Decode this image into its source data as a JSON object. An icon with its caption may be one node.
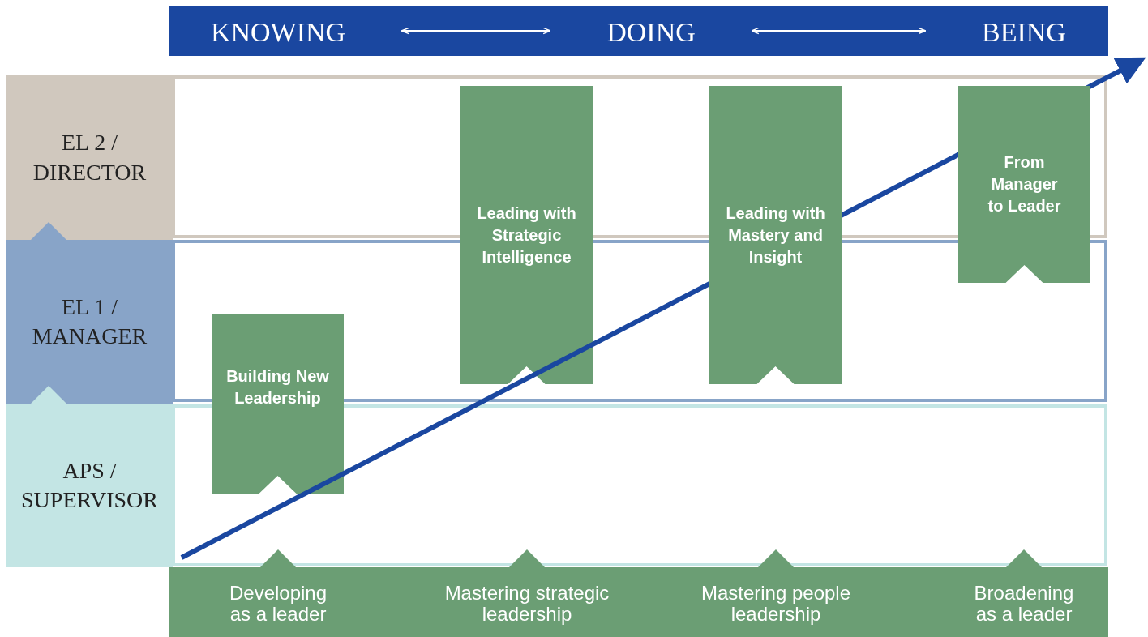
{
  "diagram": {
    "nodes": [
      {
        "text": [],
        "shape": "bar"
      },
      {
        "text": [
          "KNOWING"
        ],
        "in": 0
      },
      {
        "text": [
          "DOING"
        ],
        "in": 0
      },
      {
        "text": [
          "BEING"
        ],
        "in": 0
      },
      {
        "text": [
          "EL 2 / DIRECTOR"
        ]
      },
      {
        "text": [
          "EL 1 / MANAGER"
        ]
      },
      {
        "text": [
          "APS / SUPERVISOR"
        ]
      },
      {
        "text": [
          "Building New Leadership"
        ]
      },
      {
        "text": [
          "Leading with Strategic Intelligence"
        ]
      },
      {
        "text": [
          "Leading with Mastery and Insight"
        ]
      },
      {
        "text": [
          "From Manager to Leader"
        ]
      },
      {
        "text": [],
        "shape": "bar"
      },
      {
        "text": [
          "Developing as a leader"
        ],
        "in": 11
      },
      {
        "text": [
          "Mastering strategic leadership"
        ],
        "in": 11
      },
      {
        "text": [
          "Mastering people leadership"
        ],
        "in": 11
      },
      {
        "text": [
          "Broadening as a leader"
        ],
        "in": 11
      }
    ],
    "edges": [
      {
        "from": 1,
        "to": 2,
        "arrow": "both"
      },
      {
        "from": 2,
        "to": 3,
        "arrow": "both"
      }
    ]
  }
}
